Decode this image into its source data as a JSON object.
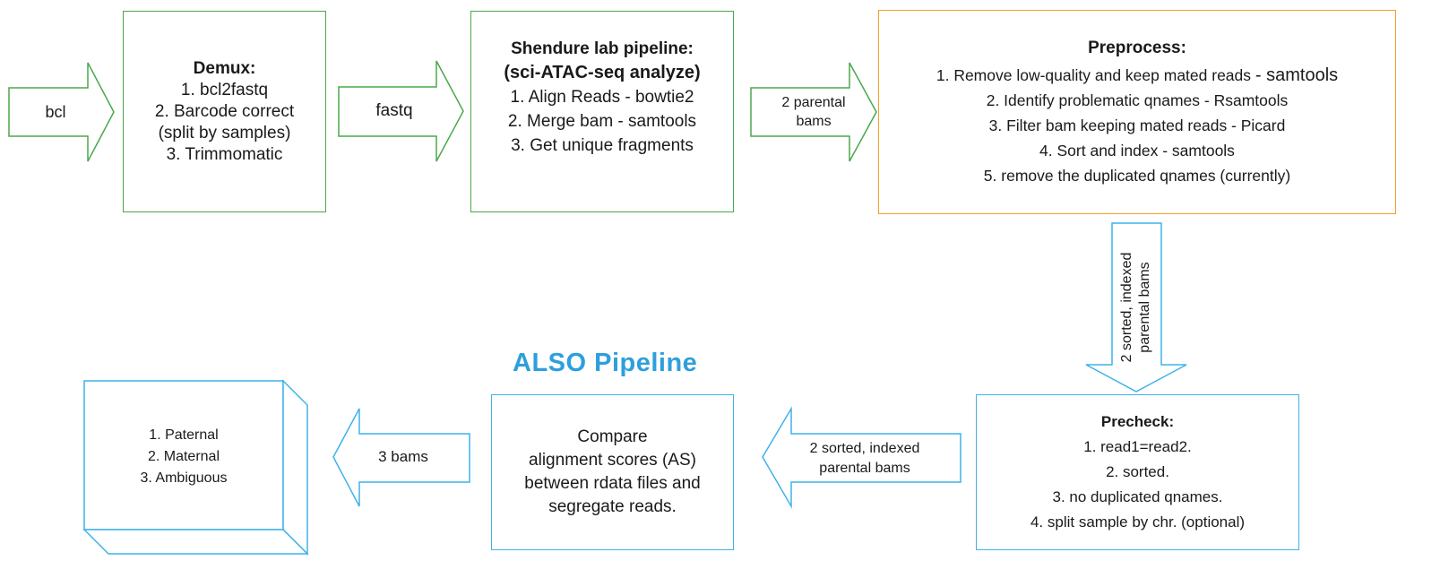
{
  "diagram": {
    "title": "ALSO  Pipeline",
    "colors": {
      "upstream": "#4aa84a",
      "preprocess": "#f0a02a",
      "also": "#3fb2e8",
      "title": "#2e9fdc"
    },
    "arrows": {
      "bcl": "bcl",
      "fastq": "fastq",
      "parental_bams": [
        "2 parental",
        "bams"
      ],
      "sorted_indexed_vertical": [
        "2 sorted, indexed",
        "parental bams"
      ],
      "sorted_indexed_horizontal": [
        "2 sorted, indexed",
        "parental bams"
      ],
      "three_bams": "3 bams"
    },
    "demux": {
      "heading": "Demux:",
      "lines": [
        "1. bcl2fastq",
        "2. Barcode correct",
        "(split by samples)",
        "3. Trimmomatic"
      ]
    },
    "shendure": {
      "heading_lines": [
        "Shendure lab pipeline:",
        "(sci-ATAC-seq analyze)"
      ],
      "lines": [
        "1. Align Reads - bowtie2",
        "2. Merge bam - samtools",
        "3. Get unique fragments"
      ]
    },
    "preprocess": {
      "heading": "Preprocess:",
      "lines": [
        {
          "main": "1. Remove low-quality and keep mated reads  ",
          "tail": "- samtools"
        },
        {
          "main": "2.  Identify problematic qnames - Rsamtools",
          "tail": ""
        },
        {
          "main": "3. Filter bam keeping mated reads - Picard",
          "tail": ""
        },
        {
          "main": "4. Sort and index - samtools",
          "tail": ""
        },
        {
          "main": "5. remove the duplicated qnames (currently)",
          "tail": ""
        }
      ]
    },
    "precheck": {
      "heading": "Precheck:",
      "lines": [
        "1. read1=read2.",
        "2. sorted.",
        "3. no duplicated qnames.",
        "4. split sample by chr. (optional)"
      ]
    },
    "compare": {
      "lines": [
        "Compare",
        "alignment scores (AS)",
        "between rdata files and",
        "segregate reads."
      ]
    },
    "output": {
      "lines": [
        "1. Paternal",
        "2. Maternal",
        "3. Ambiguous"
      ]
    }
  }
}
